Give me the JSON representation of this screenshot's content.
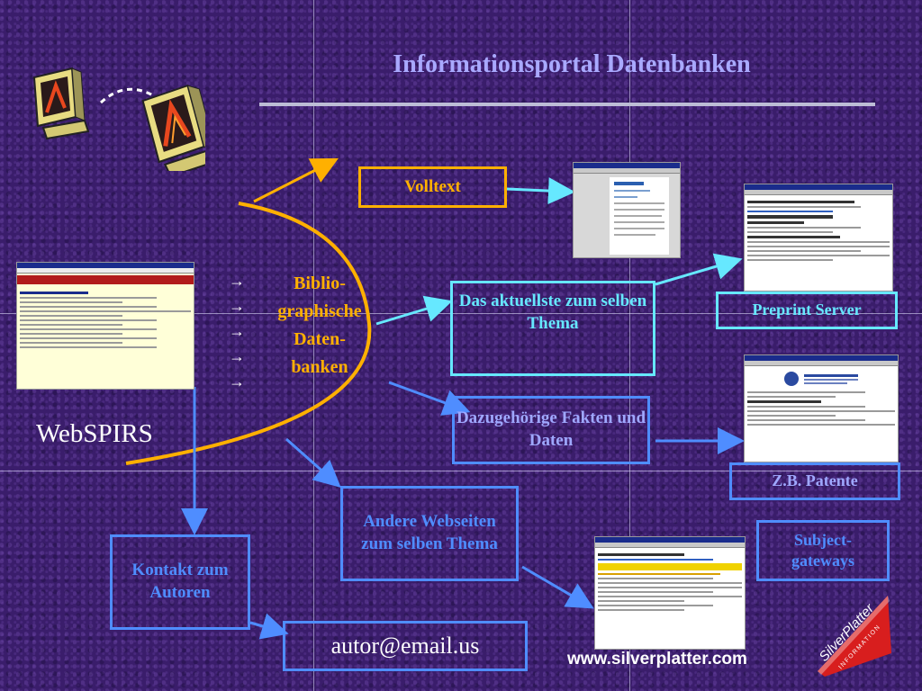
{
  "title": "Informationsportal Datenbanken",
  "webspirs": "WebSPIRS",
  "biblio": [
    "Biblio-",
    "graphische",
    "Daten-",
    "banken"
  ],
  "boxes": {
    "volltext": "Volltext",
    "aktuellste": "Das aktuellste zum selben Thema",
    "preprint": "Preprint Server",
    "dazu": "Dazugehörige Fakten und Daten",
    "patente": "Z.B. Patente",
    "andere": "Andere Webseiten zum selben Thema",
    "subject": "Subject-gateways",
    "kontakt": "Kontakt zum Autoren",
    "email": "autor@email.us"
  },
  "footer_url": "www.silverplatter.com",
  "logo": {
    "brand": "SilverPlatter",
    "sub": "INFORMATION"
  },
  "colors": {
    "gold": "#ffb000",
    "cyan": "#66e8ff",
    "blue": "#4f8dff",
    "lavender": "#9fa8ff",
    "logo_red": "#d81e1e"
  }
}
